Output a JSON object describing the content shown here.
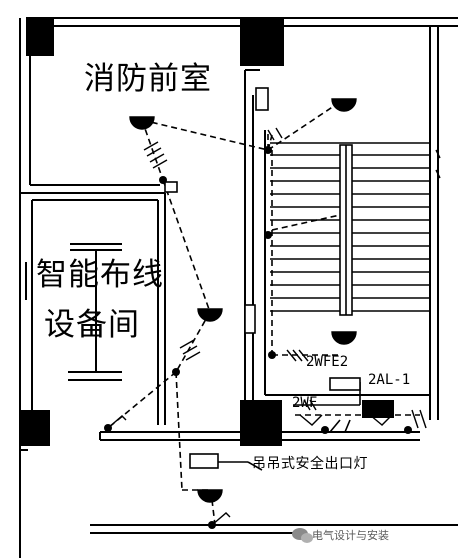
{
  "labels": {
    "room_front": "消防前室",
    "room_wiring_line1": "智能布线",
    "room_wiring_line2": "设备间",
    "tag_2wfe2": "2WFE2",
    "tag_2al1": "2AL-1",
    "tag_2wf": "2WF",
    "exit_sign_note": "吊吊式安全出口灯",
    "watermark": "电气设计与安装"
  },
  "colors": {
    "line": "#000000",
    "background": "#ffffff"
  },
  "icons": {
    "watermark_icon": "wechat-icon"
  }
}
